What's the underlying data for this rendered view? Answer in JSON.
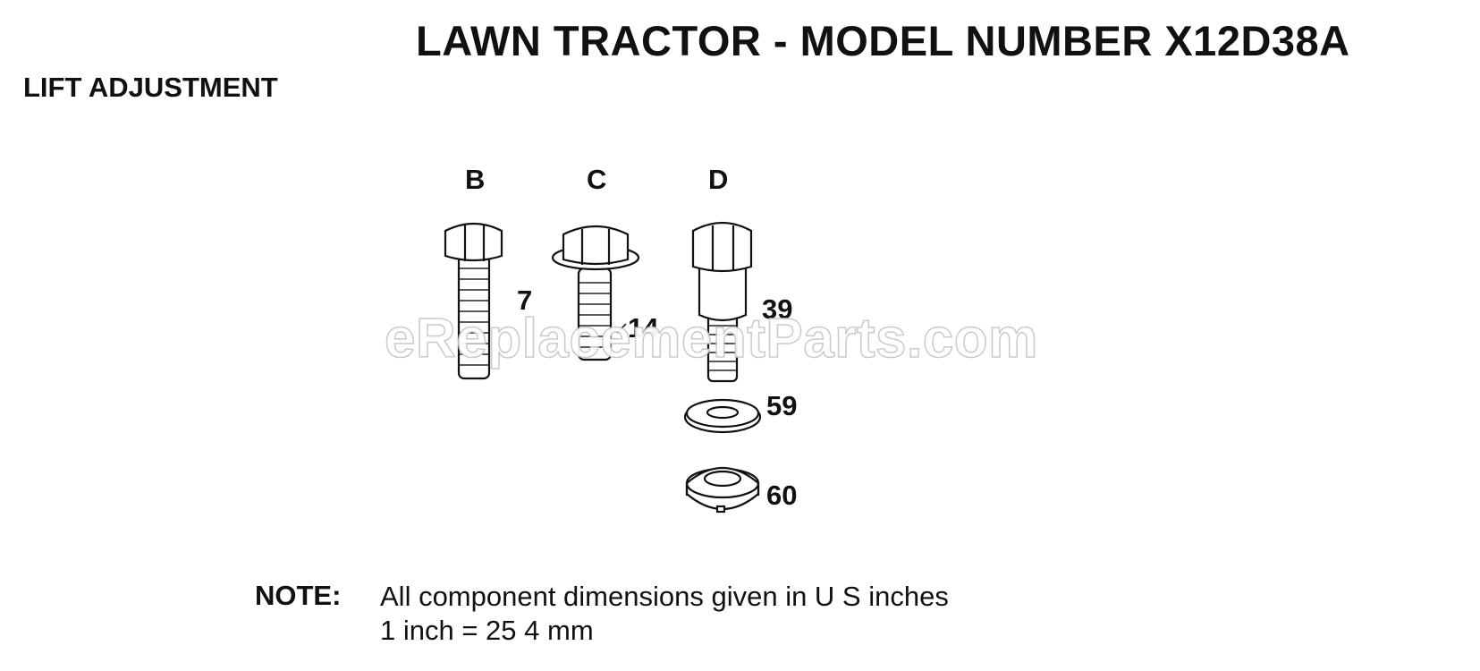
{
  "title": "LAWN TRACTOR - MODEL NUMBER X12D38A",
  "subtitle": "LIFT ADJUSTMENT",
  "column_letters": [
    "B",
    "C",
    "D"
  ],
  "callouts": [
    "7",
    "14",
    "39",
    "59",
    "60"
  ],
  "watermark": "eReplacementParts.com",
  "note": {
    "label": "NOTE:",
    "line1": "All component dimensions given in U S inches",
    "line2": "1 inch = 25 4 mm"
  }
}
